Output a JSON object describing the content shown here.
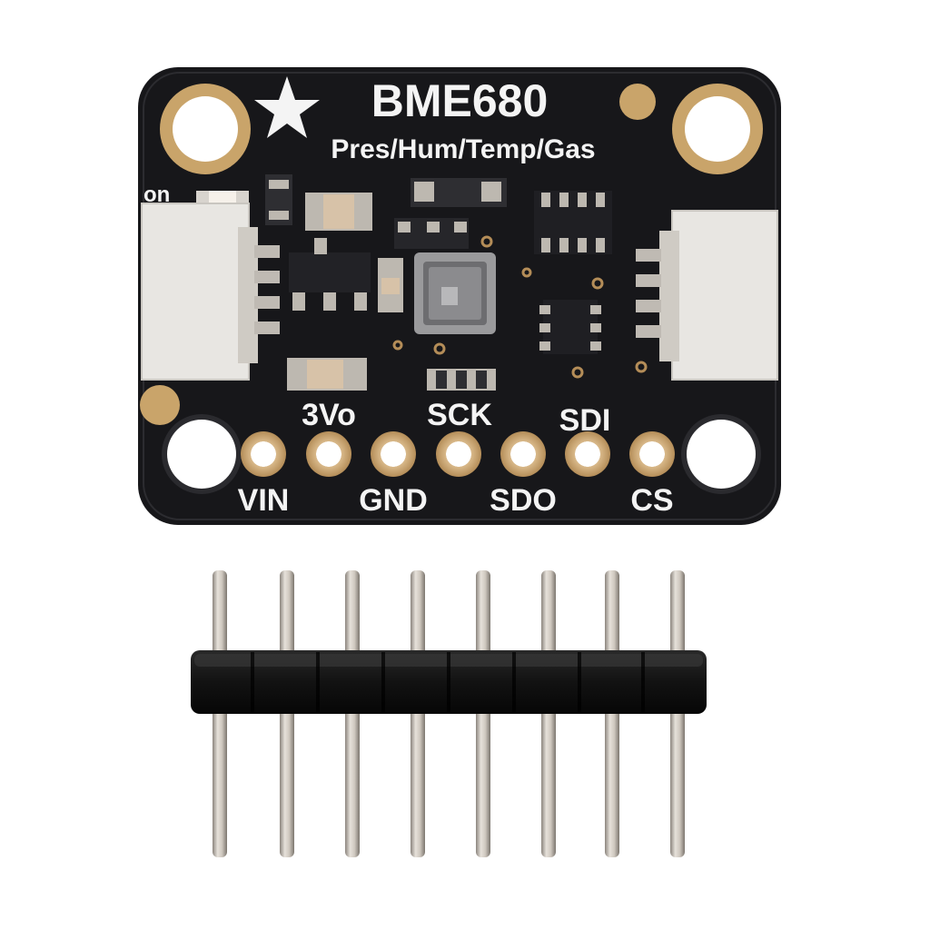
{
  "board": {
    "title": "BME680",
    "subtitle": "Pres/Hum/Temp/Gas",
    "led_label": "on",
    "top_labels": [
      "3Vo",
      "SCK",
      "SDI"
    ],
    "bottom_labels": [
      "VIN",
      "GND",
      "SDO",
      "CS"
    ]
  },
  "colors": {
    "pcb": "#17171a",
    "gold": "#c9a46a",
    "silkscreen": "#f4f4f4",
    "connector": "#e8e6e2",
    "header_plastic": "#141414",
    "pin_metal": "#b8b2ab"
  },
  "header": {
    "pin_count": 8
  }
}
